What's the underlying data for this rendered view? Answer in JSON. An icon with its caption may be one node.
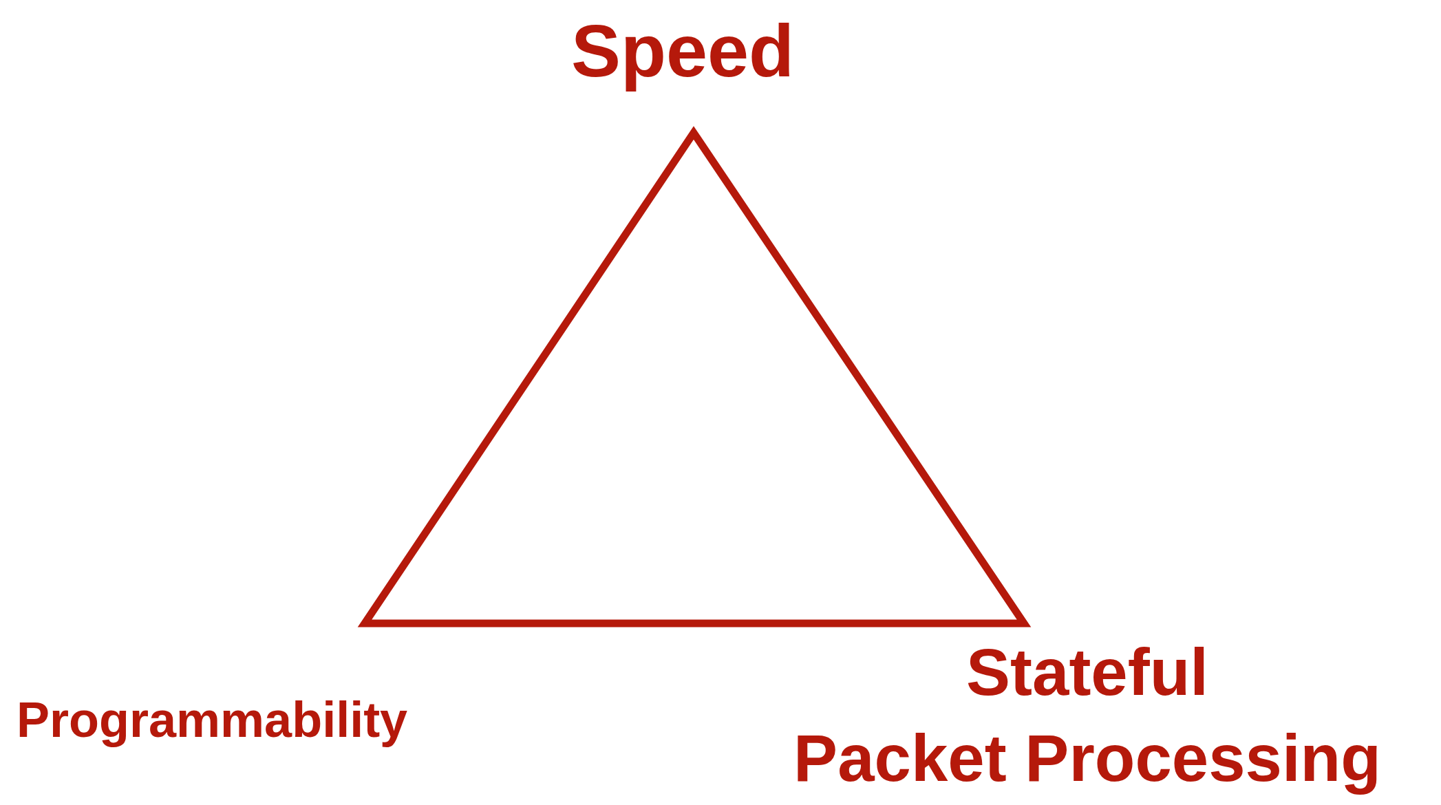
{
  "diagram": {
    "nodes": [
      {
        "text": [],
        "shape": "triangle"
      }
    ],
    "edges": [],
    "labels": [
      "Speed",
      "Programmability",
      "Stateful Packet Processing"
    ]
  }
}
